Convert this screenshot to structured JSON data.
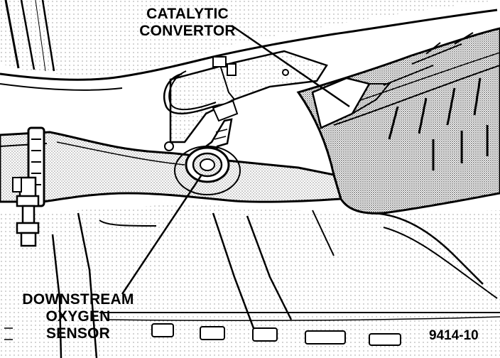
{
  "diagram": {
    "labels": {
      "catalytic_convertor": [
        "CATALYTIC",
        "CONVERTOR"
      ],
      "downstream_oxygen_sensor": [
        "DOWNSTREAM",
        "OXYGEN",
        "SENSOR"
      ]
    },
    "figure_id": "9414-10"
  }
}
